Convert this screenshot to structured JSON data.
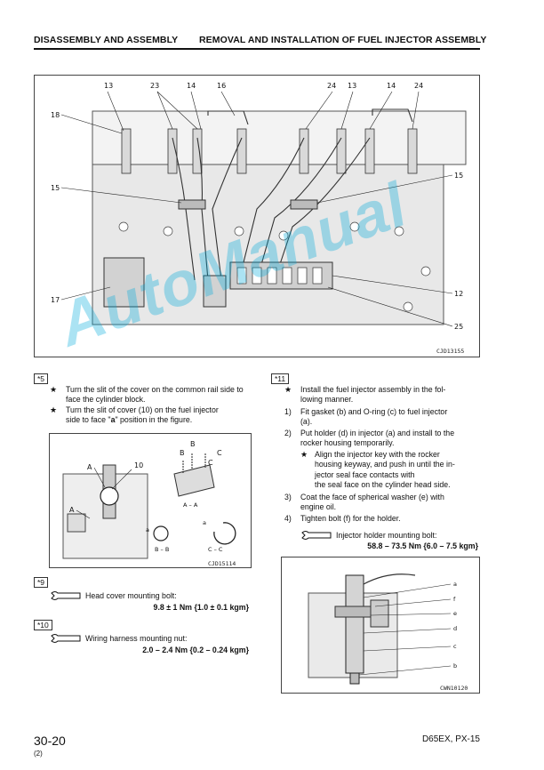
{
  "header": {
    "left": "DISASSEMBLY AND ASSEMBLY",
    "right": "REMOVAL AND INSTALLATION OF FUEL INJECTOR ASSEMBLY"
  },
  "main_figure": {
    "code": "CJD13155",
    "callouts": [
      "13",
      "23",
      "14",
      "16",
      "24",
      "13",
      "14",
      "24",
      "18",
      "15",
      "15",
      "17",
      "12",
      "25"
    ]
  },
  "note5": {
    "tag": "*5",
    "bullets": [
      "Turn the slit of the cover on the common rail side to face the cylinder block.",
      "Turn the slit of cover (10) on the fuel injector side to face \"a\" position in the figure."
    ],
    "bullet2_a": "Turn the slit of cover (10) on the fuel injector",
    "bullet2_b1": "side to face \"",
    "bullet2_b2": "a",
    "bullet2_b3": "\" position in the figure."
  },
  "detail_figure": {
    "code": "CJD15114",
    "labels": [
      "A",
      "10",
      "A",
      "B",
      "B",
      "C",
      "C",
      "A – A",
      "B – B",
      "C – C",
      "a",
      "a"
    ]
  },
  "note9": {
    "tag": "*9",
    "label": "Head cover mounting bolt:",
    "value": "9.8 ± 1 Nm {1.0 ± 0.1 kgm}"
  },
  "note10": {
    "tag": "*10",
    "label": "Wiring harness mounting nut:",
    "value": "2.0 – 2.4 Nm {0.2 – 0.24 kgm}"
  },
  "note11": {
    "tag": "*11",
    "intro": "Install the fuel injector assembly in the following manner.",
    "intro_line1": "Install the fuel injector assembly in the fol-",
    "intro_line2": "lowing manner.",
    "steps": [
      {
        "n": "1)",
        "lines": [
          "Fit gasket (b) and O-ring (c) to fuel injector",
          "(a)."
        ]
      },
      {
        "n": "2)",
        "lines": [
          "Put holder (d) in injector (a) and install to the",
          "rocker housing temporarily."
        ]
      },
      {
        "n": "3)",
        "lines": [
          "Coat the face of spherical washer (e) with",
          "engine oil."
        ]
      },
      {
        "n": "4)",
        "lines": [
          "Tighten bolt (f) for the holder."
        ]
      }
    ],
    "sub_bullet": [
      "Align the injector key with the rocker",
      "housing keyway, and push in until the in-",
      "jector seal face contacts with",
      "the seal face on the cylinder head side."
    ],
    "torque_label": "Injector holder mounting bolt:",
    "torque_value": "58.8 – 73.5 Nm {6.0 – 7.5 kgm}"
  },
  "injector_figure": {
    "code": "CWN10120",
    "labels": [
      "a",
      "f",
      "e",
      "d",
      "c",
      "b"
    ]
  },
  "footer": {
    "page": "30-20",
    "sub": "(2)",
    "model": "D65EX, PX-15"
  },
  "watermark": "AutoManual"
}
